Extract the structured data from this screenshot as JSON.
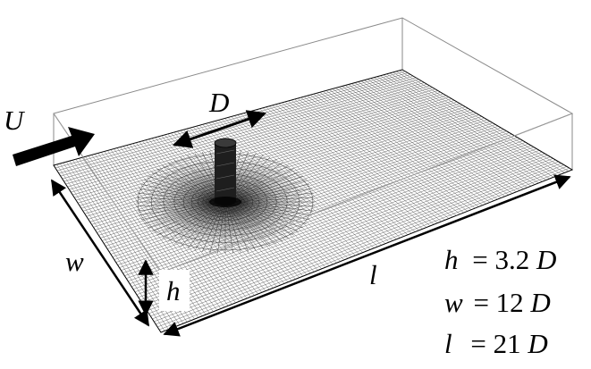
{
  "labels": {
    "flow": "U",
    "diameter": "D",
    "width": "w",
    "height": "h",
    "length": "l"
  },
  "equations": [
    {
      "var": "h",
      "op": "=",
      "value": "3.2",
      "unit": "D"
    },
    {
      "var": "w",
      "op": "=",
      "value": "12",
      "unit": "D"
    },
    {
      "var": "l",
      "op": "=",
      "value": "21",
      "unit": "D"
    }
  ]
}
